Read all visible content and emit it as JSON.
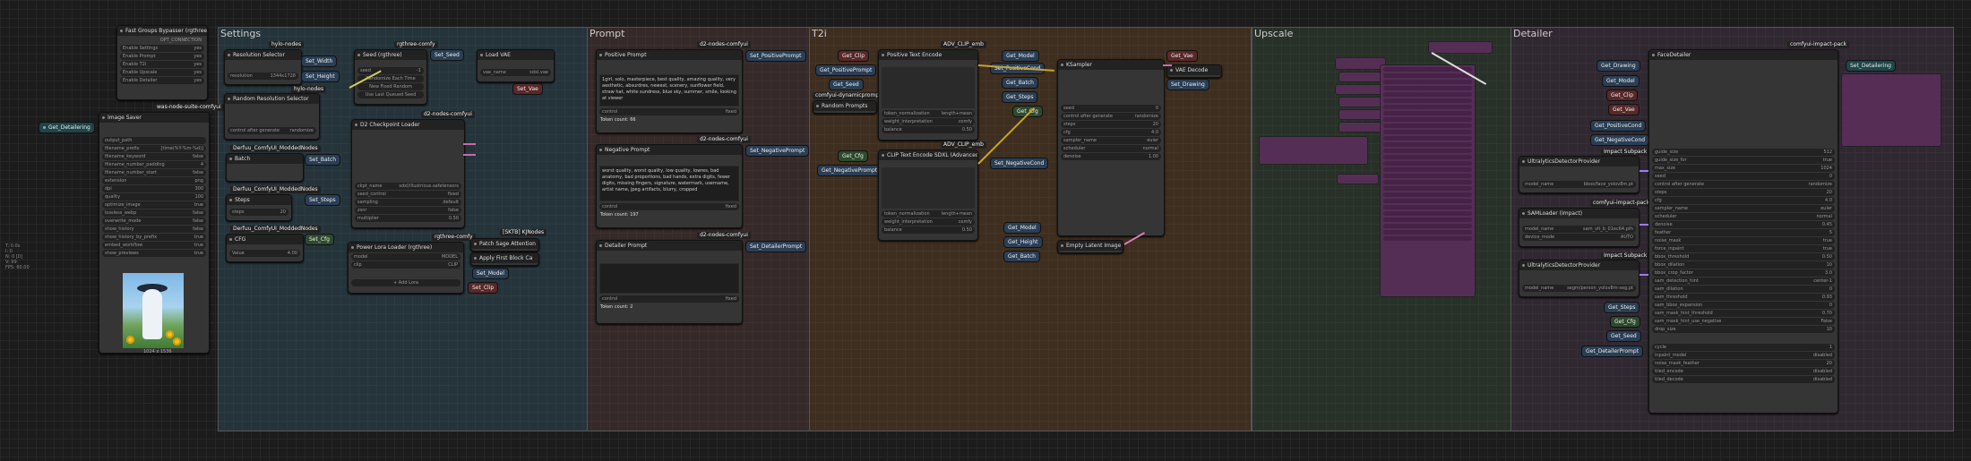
{
  "groups": [
    {
      "title": "Settings",
      "color": "#3d6e8a"
    },
    {
      "title": "Prompt",
      "color": "#7a4a4a"
    },
    {
      "title": "T2i",
      "color": "#8a5a2a"
    },
    {
      "title": "Upscale",
      "color": "#4a6e4a"
    },
    {
      "title": "Detailer",
      "color": "#6a4a6a"
    }
  ],
  "tags": {
    "was": "was-node-suite-comfyui",
    "hylo": "hylo-nodes",
    "rgthree": "rgthree-comfy",
    "d2a": "d2-nodes-comfyui",
    "d2b": "d2-nodes-comfyui",
    "d2c": "d2-nodes-comfyui",
    "d2d": "d2-nodes-comfyui",
    "derfuu1": "Derfuu_ComfyUI_ModdedNodes",
    "derfuu2": "Derfuu_ComfyUI_ModdedNodes",
    "derfuu3": "Derfuu_ComfyUI_ModdedNodes",
    "kj": "[SKTB] KJNodes",
    "rgthree2": "rgthree-comfy",
    "adv1": "ADV_CLIP_emb",
    "adv2": "ADV_CLIP_emb",
    "impact1": "comfyui-impact-pack",
    "impact2": "Impact Subpack",
    "impact3": "comfyui-impact-pack",
    "impact4": "Impact Subpack",
    "dynprompts": "comfyui-dynamicprompts"
  },
  "bypasser": {
    "title": "Fast Groups Bypasser (rgthree)",
    "opt": "OPT_CONNECTION",
    "rows": [
      "Enable Settings",
      "Enable Prompt",
      "Enable T2i",
      "Enable Upscale",
      "Enable Detailer"
    ],
    "state": "yes"
  },
  "image_saver": {
    "title": "Image Saver",
    "rows": [
      [
        "output_path",
        ""
      ],
      [
        "filename_prefix",
        "[time(%Y-%m-%d)]"
      ],
      [
        "filename_keyword",
        "false"
      ],
      [
        "filename_number_padding",
        "4"
      ],
      [
        "filename_number_start",
        "false"
      ],
      [
        "extension",
        "png"
      ],
      [
        "dpi",
        "300"
      ],
      [
        "quality",
        "100"
      ],
      [
        "optimize_image",
        "true"
      ],
      [
        "lossless_webp",
        "false"
      ],
      [
        "overwrite_mode",
        "false"
      ],
      [
        "show_history",
        "false"
      ],
      [
        "show_history_by_prefix",
        "true"
      ],
      [
        "embed_workflow",
        "true"
      ],
      [
        "show_previews",
        "true"
      ]
    ],
    "caption": "1024 x 1536"
  },
  "side_info": [
    "T: 0.0s",
    "I: 0",
    "N: 0 [0]",
    "V: 99",
    "FPS: 60.00"
  ],
  "settings": {
    "res_sel": {
      "title": "Resolution Selector",
      "rows": [
        [
          "resolution",
          "1344x1728"
        ]
      ]
    },
    "seed": {
      "title": "Seed (rgthree)",
      "rows": [
        [
          "seed",
          "-1"
        ]
      ],
      "buttons": [
        "Randomize Each Time",
        "New Fixed Random",
        "Use Last Queued Seed"
      ]
    },
    "load_vae": {
      "title": "Load VAE",
      "rows": [
        [
          "vae_name",
          "sdxl.vae"
        ]
      ]
    },
    "random_res": {
      "title": "Random Resolution Selector",
      "rows": [
        [
          "control after generate",
          "randomize"
        ]
      ]
    },
    "ckpt": {
      "title": "D2 Checkpoint Loader",
      "rows": [
        [
          "ckpt_name",
          "sdxl/illustrious.safetensors"
        ],
        [
          "seed_control",
          "fixed"
        ],
        [
          "sampling",
          "default"
        ],
        [
          "zsnr",
          "false"
        ],
        [
          "multiplier",
          "0.50"
        ]
      ]
    },
    "int_nodes": [
      {
        "title": "Steps",
        "row": [
          "steps",
          "20"
        ]
      },
      {
        "title": "CFG",
        "row": [
          "Value",
          "4.00"
        ]
      }
    ],
    "lora": {
      "title": "Power Lora Loader (rgthree)",
      "rows": [
        [
          "model",
          "MODEL"
        ],
        [
          "clip",
          "CLIP"
        ]
      ],
      "add": "+ Add Lora"
    },
    "patch": [
      "Patch Sage Attention",
      "Apply First Block Ca"
    ]
  },
  "prompt": {
    "positive": {
      "title": "Positive Prompt",
      "text": "1girl, solo, masterpiece, best quality, amazing quality, very aesthetic, absurdres, newest, scenery, sunflower field, straw hat, white sundress, blue sky, summer, smile, looking at viewer",
      "control": "fixed",
      "tokens": "Token count: 66"
    },
    "negative": {
      "title": "Negative Prompt",
      "text": "worst quality, worst quality, low quality, lowres, bad anatomy, bad proportions, bad hands, extra digits, fewer digits, missing fingers, signature, watermark, username, artist name, jpeg artifacts, blurry, cropped",
      "control": "fixed",
      "tokens": "Token count: 197"
    },
    "detailer": {
      "title": "Detailer Prompt",
      "text": "",
      "control": "fixed",
      "tokens": "Token count: 2"
    }
  },
  "t2i": {
    "pos_encode": {
      "title": "Positive Text Encode",
      "rows": [
        [
          "token_normalization",
          "length+mean"
        ],
        [
          "weight_interpretation",
          "comfy"
        ],
        [
          "balance",
          "0.50"
        ]
      ]
    },
    "neg_encode": {
      "title": "CLIP Text Encode SDXL (Advanced)",
      "rows": [
        [
          "token_normalization",
          "length+mean"
        ],
        [
          "weight_interpretation",
          "comfy"
        ],
        [
          "balance",
          "0.50"
        ]
      ]
    },
    "ksampler": {
      "title": "KSampler",
      "rows": [
        [
          "seed",
          "0"
        ],
        [
          "control after generate",
          "randomize"
        ],
        [
          "steps",
          "20"
        ],
        [
          "cfg",
          "4.0"
        ],
        [
          "sampler_name",
          "euler"
        ],
        [
          "scheduler",
          "normal"
        ],
        [
          "denoise",
          "1.00"
        ]
      ]
    },
    "vae_decode": "VAE Decode",
    "empty_latent": "Empty Latent Image",
    "random_prompts": "Random Prompts"
  },
  "detailer": {
    "face": {
      "title": "FaceDetailer",
      "rows": [
        [
          "guide_size",
          "512"
        ],
        [
          "guide_size_for",
          "true"
        ],
        [
          "max_size",
          "1024"
        ],
        [
          "seed",
          "0"
        ],
        [
          "control after generate",
          "randomize"
        ],
        [
          "steps",
          "20"
        ],
        [
          "cfg",
          "4.0"
        ],
        [
          "sampler_name",
          "euler"
        ],
        [
          "scheduler",
          "normal"
        ],
        [
          "denoise",
          "0.45"
        ],
        [
          "feather",
          "5"
        ],
        [
          "noise_mask",
          "true"
        ],
        [
          "force_inpaint",
          "true"
        ],
        [
          "bbox_threshold",
          "0.50"
        ],
        [
          "bbox_dilation",
          "10"
        ],
        [
          "bbox_crop_factor",
          "3.0"
        ],
        [
          "sam_detection_hint",
          "center-1"
        ],
        [
          "sam_dilation",
          "0"
        ],
        [
          "sam_threshold",
          "0.93"
        ],
        [
          "sam_bbox_expansion",
          "0"
        ],
        [
          "sam_mask_hint_threshold",
          "0.70"
        ],
        [
          "sam_mask_hint_use_negative",
          "False"
        ],
        [
          "drop_size",
          "10"
        ]
      ],
      "bottom": [
        [
          "cycle",
          "1"
        ],
        [
          "inpaint_model",
          "disabled"
        ],
        [
          "noise_mask_feather",
          "20"
        ],
        [
          "tiled_encode",
          "disabled"
        ],
        [
          "tiled_decode",
          "disabled"
        ]
      ]
    },
    "ultra1": {
      "title": "UltralyticsDetectorProvider",
      "model": "bbox/face_yolov8m.pt"
    },
    "sam": {
      "title": "SAMLoader (Impact)",
      "model": "sam_vit_b_01ec64.pth",
      "device": "AUTO"
    },
    "ultra2": {
      "title": "UltralyticsDetectorProvider",
      "model": "segm/person_yolov8m-seg.pt"
    }
  },
  "getset": [
    "Get_Detailering",
    "Set_Width",
    "Set_Height",
    "Set_Seed",
    "Set_Vae",
    "Set_Batch",
    "Set_Steps",
    "Set_Cfg",
    "Set_Model",
    "Set_Clip",
    "Set_PositivePrompt",
    "Set_NegativePrompt",
    "Set_DetailerPrompt",
    "Get_Clip",
    "Get_PositivePrompt",
    "Get_Seed",
    "Get_Cfg",
    "Get_NegativePrompt",
    "Get_Model",
    "Set_PositiveCond",
    "Get_Batch",
    "Get_Steps",
    "Get_Cfg",
    "Set_NegativeCond",
    "Get_Model",
    "Get_Height",
    "Get_Batch",
    "Get_Vae",
    "Set_Drawing",
    "Get_Drawing",
    "Get_Model",
    "Get_Clip",
    "Get_Vae",
    "Get_PositiveCond",
    "Get_NegativeCond",
    "Get_Steps",
    "Get_Cfg",
    "Get_Seed",
    "Get_DetailerPrompt",
    "Set_Detailering"
  ]
}
